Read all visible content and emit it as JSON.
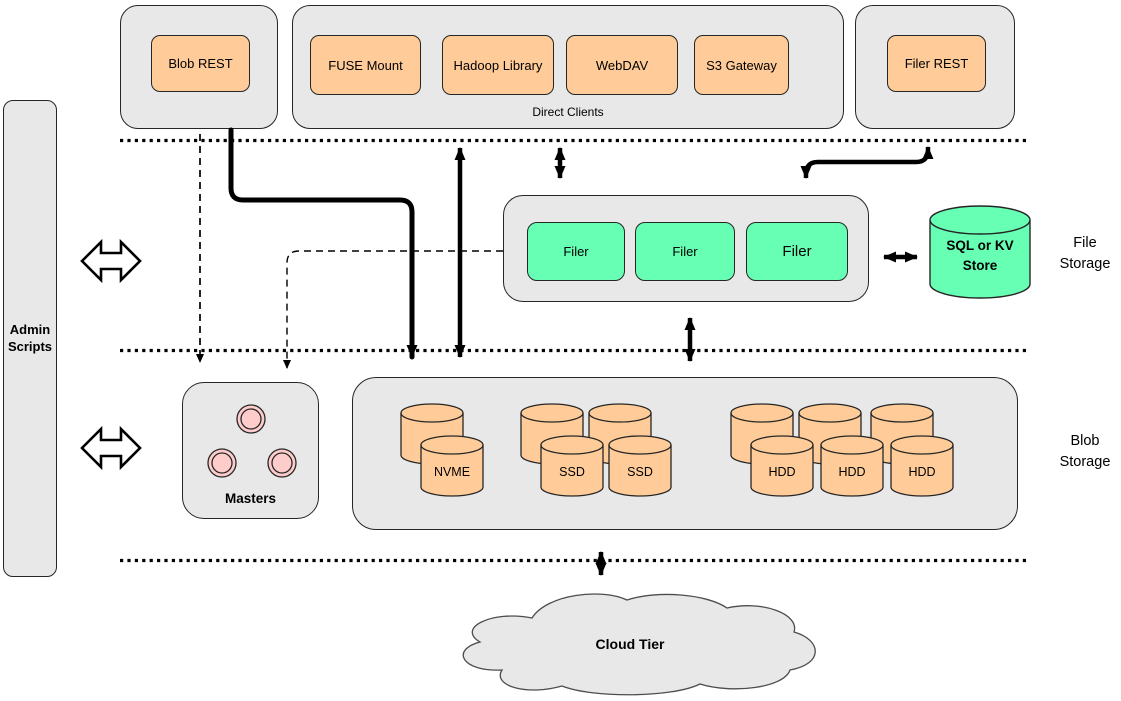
{
  "diagram": {
    "admin": {
      "label": "Admin\nScripts"
    },
    "top_row": {
      "blob_rest": {
        "label": "Blob REST"
      },
      "direct_clients": {
        "caption": "Direct Clients",
        "items": [
          {
            "label": "FUSE Mount"
          },
          {
            "label": "Hadoop Library"
          },
          {
            "label": "WebDAV"
          },
          {
            "label": "S3 Gateway"
          }
        ]
      },
      "filer_rest": {
        "label": "Filer REST"
      }
    },
    "file_storage": {
      "section_label": "File\nStorage",
      "filers": [
        {
          "label": "Filer"
        },
        {
          "label": "Filer"
        },
        {
          "label": "Filer"
        }
      ],
      "store": {
        "label": "SQL or KV\nStore"
      }
    },
    "blob_storage": {
      "section_label": "Blob\nStorage",
      "masters": {
        "label": "Masters"
      },
      "volumes": [
        {
          "label": "NVME"
        },
        {
          "label": "SSD"
        },
        {
          "label": "SSD"
        },
        {
          "label": "HDD"
        },
        {
          "label": "HDD"
        },
        {
          "label": "HDD"
        }
      ]
    },
    "cloud": {
      "label": "Cloud Tier"
    },
    "colors": {
      "node_orange": "#ffcc99",
      "node_green": "#66ffb3",
      "node_pink": "#ffcccc",
      "container_gray": "#e8e8e8",
      "stroke": "#000000",
      "background": "#ffffff"
    }
  }
}
